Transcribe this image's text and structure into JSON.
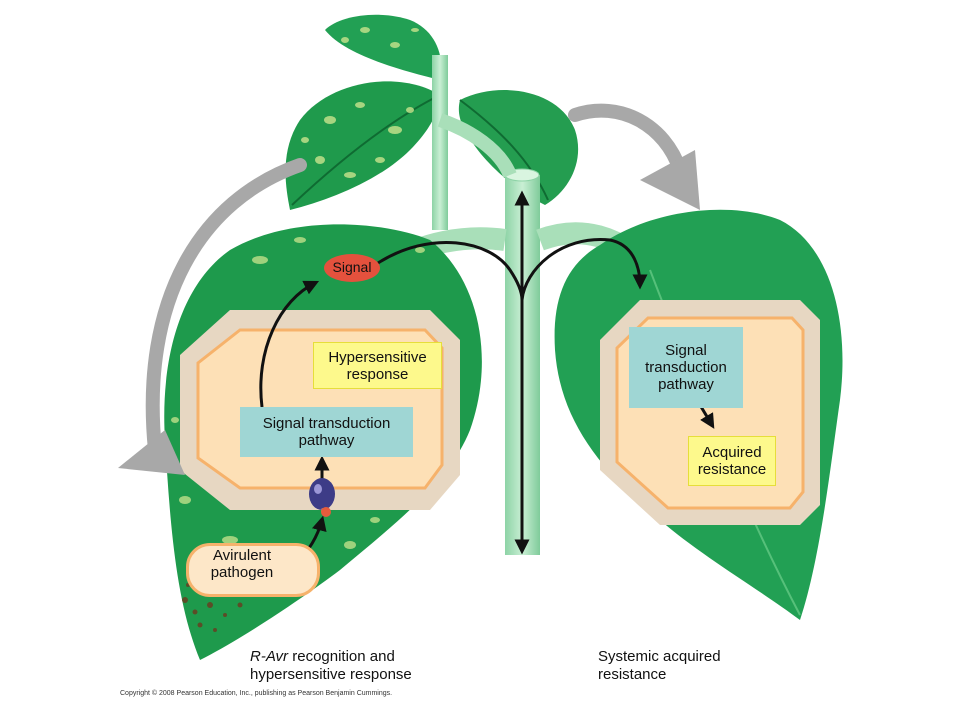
{
  "left_panel": {
    "signal_label": "Signal",
    "hypersensitive_label": "Hypersensitive\nresponse",
    "transduction_label": "Signal transduction\npathway",
    "pathogen_label": "Avirulent\npathogen",
    "caption_italic": "R-Avr",
    "caption_rest_line1": " recognition  and",
    "caption_line2": "hypersensitive  response"
  },
  "right_panel": {
    "transduction_label": "Signal\ntransduction\npathway",
    "acquired_label": "Acquired\nresistance",
    "caption_line1": "Systemic  acquired",
    "caption_line2": "resistance"
  },
  "copyright": "Copyright © 2008 Pearson Education, Inc., publishing as Pearson Benjamin Cummings.",
  "colors": {
    "leaf_dark": "#1e9a4c",
    "leaf_light": "#43b868",
    "stem": "#a9dfb9",
    "cell_wall": "#e7d7c2",
    "cytoplasm": "#fde0b6",
    "signal_oval": "#e4513d",
    "arrow_gray": "#a8a8a8"
  }
}
